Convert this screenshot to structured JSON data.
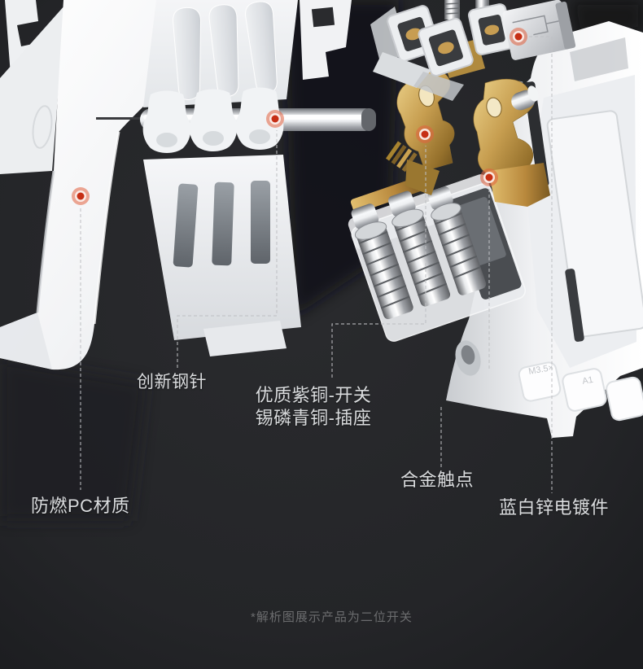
{
  "image": {
    "description": "Exploded view photo of a two-gang wall switch on dark background",
    "background": "#232428"
  },
  "callouts": {
    "pc_material": {
      "label": "防燃PC材质"
    },
    "steel_pin": {
      "label": "创新钢针"
    },
    "copper": {
      "line1": "优质紫铜-开关",
      "line2": "锡磷青铜-插座"
    },
    "alloy_contact": {
      "label": "合金触点"
    },
    "zinc_plating": {
      "label": "蓝白锌电镀件"
    }
  },
  "footnote": {
    "text": "*解析图展示产品为二位开关"
  },
  "embossed_marks": {
    "screw_spec": "M3.5×",
    "code": "A1"
  },
  "colors": {
    "background": "#232428",
    "label": "#dadcde",
    "footnote": "#6b6c6e",
    "leader_line": "#bfc1c4",
    "marker_core": "#c62f15",
    "marker_ring": "#e2603e",
    "plastic_white": "#f2f3f5",
    "copper": "#c49a4e",
    "chrome": "#d9dbde"
  }
}
